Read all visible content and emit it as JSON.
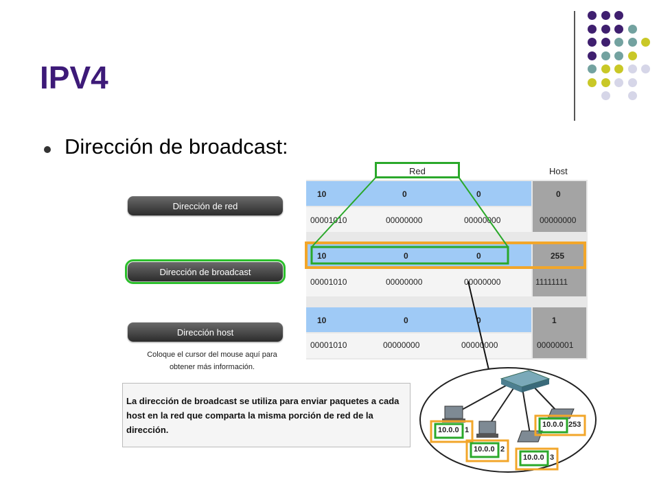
{
  "slide": {
    "title": "IPV4",
    "bullet": "Dirección de broadcast:"
  },
  "decor": {
    "dot_colors": [
      "#3f1f6f",
      "#73a2a0",
      "#c9c827",
      "#d6d6e8"
    ]
  },
  "figure": {
    "header_red": "Red",
    "header_host": "Host",
    "buttons": [
      {
        "label": "Dirección de red"
      },
      {
        "label": "Dirección de broadcast"
      },
      {
        "label": "Dirección host"
      }
    ],
    "rows": [
      {
        "decimal": [
          "10",
          "0",
          "0",
          "0"
        ],
        "binary": [
          "00001010",
          "00000000",
          "00000000",
          "00000000"
        ]
      },
      {
        "decimal": [
          "10",
          "0",
          "0",
          "255"
        ],
        "binary": [
          "00001010",
          "00000000",
          "00000000",
          "11111111"
        ]
      },
      {
        "decimal": [
          "10",
          "0",
          "0",
          "1"
        ],
        "binary": [
          "00001010",
          "00000000",
          "00000000",
          "00000001"
        ]
      }
    ],
    "hint_line1": "Coloque el cursor del mouse aquí para",
    "hint_line2": "obtener más información.",
    "info": "La dirección de broadcast se utiliza para enviar paquetes a cada host en la red que comparta la misma porción de red de la dirección.",
    "host_labels": [
      {
        "net": "10.0.0",
        "host": "1"
      },
      {
        "net": "10.0.0",
        "host": "2"
      },
      {
        "net": "10.0.0",
        "host": "3"
      },
      {
        "net": "10.0.0",
        "host": "253"
      }
    ]
  }
}
